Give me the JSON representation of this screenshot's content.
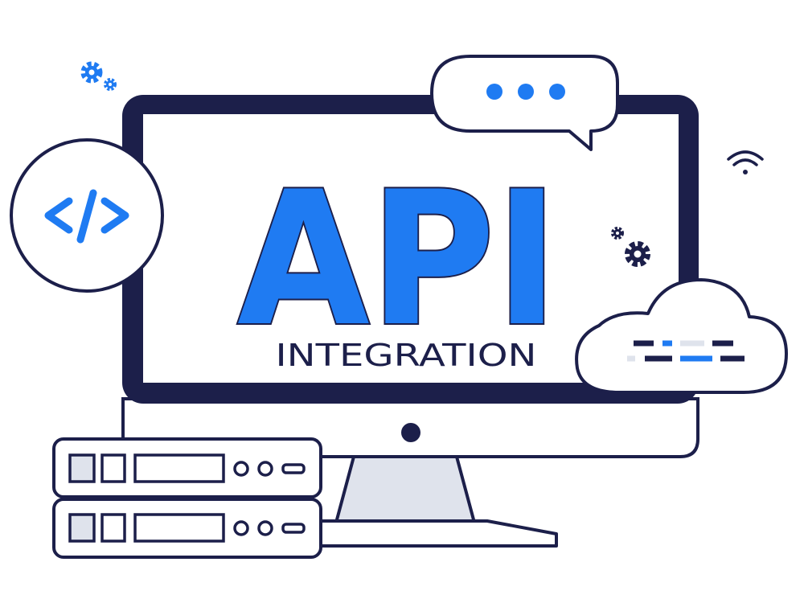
{
  "hero": {
    "title": "API",
    "subtitle": "INTEGRATION"
  },
  "code_badge": {
    "symbol": "</>",
    "icon": "code-icon"
  },
  "chat_bubble": {
    "icon": "chat-bubble-icon",
    "dots": 3
  },
  "icons": [
    "gear-icon",
    "wifi-icon",
    "cloud-icon",
    "server-icon",
    "monitor-icon"
  ],
  "colors": {
    "navy": "#1c1f4a",
    "blue": "#1f7bf2",
    "light_gray": "#dfe3ec",
    "white": "#ffffff"
  }
}
